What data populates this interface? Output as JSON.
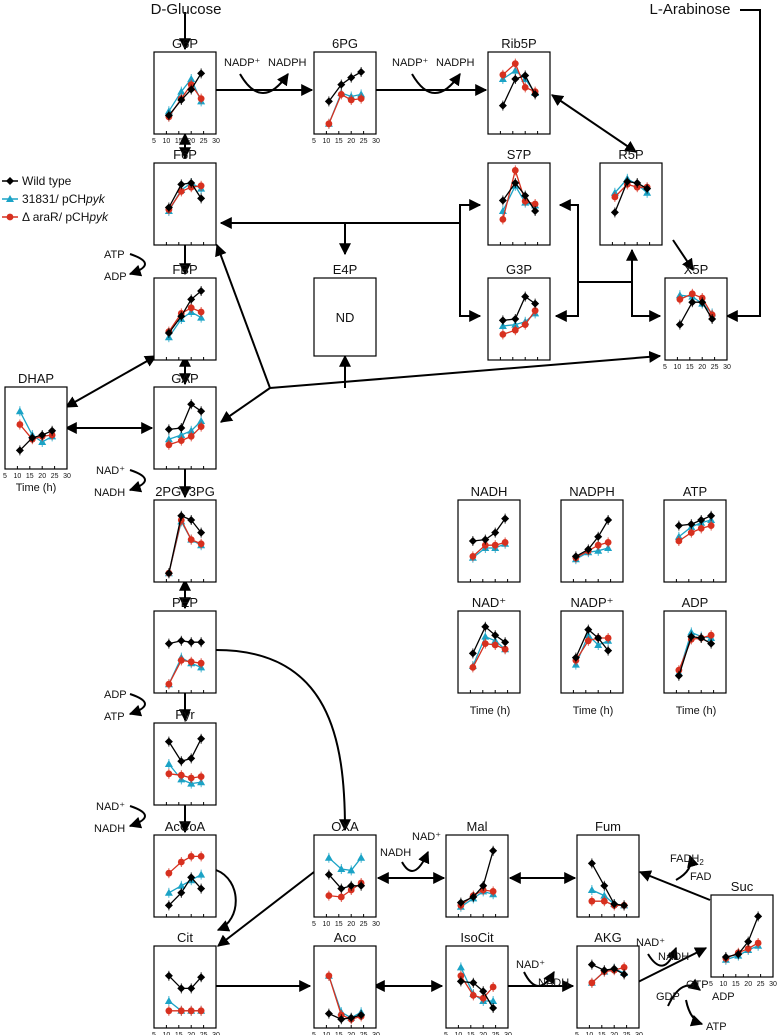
{
  "colors": {
    "wild_type": "#000000",
    "strain_31831": "#1ba3c6",
    "araR": "#d7301f"
  },
  "legend": [
    {
      "key": "wt",
      "prefix": "Wild type",
      "italic": "",
      "shape": "diamond"
    },
    {
      "key": "c",
      "prefix": "31831/ pCH",
      "italic": "pyk",
      "shape": "triangle"
    },
    {
      "key": "r",
      "prefix": "Δ araR/ pCH",
      "italic": "pyk",
      "shape": "circle"
    }
  ],
  "substrates": {
    "glucose": "D-Glucose",
    "arabinose": "L-Arabinose"
  },
  "time_label": "Time (h)",
  "nd_label": "ND",
  "x_ticks": [
    "5",
    "10",
    "15",
    "20",
    "25",
    "30"
  ],
  "x_times": [
    11,
    16,
    20,
    24
  ],
  "panels": [
    {
      "id": "g6p",
      "title": "G6P",
      "ticks": true,
      "wt": [
        0.18,
        0.4,
        0.55,
        0.78
      ],
      "c": [
        0.24,
        0.52,
        0.7,
        0.38
      ],
      "r": [
        0.16,
        0.42,
        0.62,
        0.42
      ]
    },
    {
      "id": "6pg",
      "title": "6PG",
      "ticks": true,
      "wt": [
        0.38,
        0.62,
        0.72,
        0.8
      ],
      "c": [
        0.06,
        0.5,
        0.45,
        0.48
      ],
      "r": [
        0.06,
        0.48,
        0.4,
        0.42
      ]
    },
    {
      "id": "rib5p",
      "title": "Rib5P",
      "ticks": false,
      "wt": [
        0.32,
        0.7,
        0.75,
        0.48
      ],
      "c": [
        0.7,
        0.82,
        0.7,
        0.5
      ],
      "r": [
        0.76,
        0.92,
        0.58,
        0.52
      ]
    },
    {
      "id": "f6p",
      "title": "F6P",
      "ticks": false,
      "wt": [
        0.45,
        0.78,
        0.8,
        0.58
      ],
      "c": [
        0.4,
        0.7,
        0.8,
        0.72
      ],
      "r": [
        0.42,
        0.68,
        0.74,
        0.76
      ]
    },
    {
      "id": "s7p",
      "title": "S7P",
      "ticks": false,
      "wt": [
        0.55,
        0.8,
        0.62,
        0.4
      ],
      "c": [
        0.4,
        0.76,
        0.52,
        0.48
      ],
      "r": [
        0.28,
        0.98,
        0.54,
        0.5
      ]
    },
    {
      "id": "r5p",
      "title": "R5P",
      "ticks": false,
      "wt": [
        0.38,
        0.82,
        0.8,
        0.72
      ],
      "c": [
        0.66,
        0.86,
        0.78,
        0.66
      ],
      "r": [
        0.6,
        0.78,
        0.74,
        0.74
      ]
    },
    {
      "id": "fbp",
      "title": "FBP",
      "ticks": false,
      "wt": [
        0.3,
        0.54,
        0.78,
        0.9
      ],
      "c": [
        0.24,
        0.5,
        0.6,
        0.52
      ],
      "r": [
        0.32,
        0.58,
        0.66,
        0.6
      ]
    },
    {
      "id": "g3p",
      "title": "G3P",
      "ticks": false,
      "wt": [
        0.48,
        0.5,
        0.82,
        0.72
      ],
      "c": [
        0.4,
        0.42,
        0.46,
        0.58
      ],
      "r": [
        0.28,
        0.34,
        0.42,
        0.62
      ]
    },
    {
      "id": "x5p",
      "title": "X5P",
      "ticks": true,
      "wt": [
        0.42,
        0.74,
        0.74,
        0.5
      ],
      "c": [
        0.84,
        0.82,
        0.72,
        0.58
      ],
      "r": [
        0.78,
        0.86,
        0.8,
        0.56
      ]
    },
    {
      "id": "dhap",
      "title": "DHAP",
      "ticks": true,
      "wt": [
        0.18,
        0.36,
        0.4,
        0.46
      ],
      "c": [
        0.74,
        0.4,
        0.3,
        0.38
      ],
      "r": [
        0.55,
        0.34,
        0.38,
        0.4
      ]
    },
    {
      "id": "gap",
      "title": "GAP",
      "ticks": false,
      "wt": [
        0.48,
        0.5,
        0.84,
        0.74
      ],
      "c": [
        0.34,
        0.4,
        0.46,
        0.6
      ],
      "r": [
        0.26,
        0.32,
        0.38,
        0.52
      ]
    },
    {
      "id": "pg",
      "title": "2PG+3PG",
      "ticks": false,
      "wt": [
        0.04,
        0.86,
        0.8,
        0.62
      ],
      "c": [
        0.04,
        0.78,
        0.52,
        0.44
      ],
      "r": [
        0.04,
        0.8,
        0.52,
        0.46
      ]
    },
    {
      "id": "pep",
      "title": "PEP",
      "ticks": false,
      "wt": [
        0.62,
        0.66,
        0.64,
        0.64
      ],
      "c": [
        0.04,
        0.42,
        0.34,
        0.28
      ],
      "r": [
        0.04,
        0.38,
        0.36,
        0.34
      ]
    },
    {
      "id": "pyr",
      "title": "Pyr",
      "ticks": false,
      "wt": [
        0.82,
        0.54,
        0.58,
        0.86
      ],
      "c": [
        0.5,
        0.28,
        0.22,
        0.24
      ],
      "r": [
        0.36,
        0.34,
        0.3,
        0.32
      ]
    },
    {
      "id": "accoa",
      "title": "AcCoA",
      "ticks": false,
      "wt": [
        0.08,
        0.26,
        0.48,
        0.32
      ],
      "c": [
        0.26,
        0.36,
        0.44,
        0.52
      ],
      "r": [
        0.54,
        0.7,
        0.78,
        0.78
      ]
    },
    {
      "id": "oxa",
      "title": "OXA",
      "ticks": true,
      "wt": [
        0.52,
        0.32,
        0.36,
        0.36
      ],
      "c": [
        0.76,
        0.6,
        0.58,
        0.76
      ],
      "r": [
        0.22,
        0.2,
        0.3,
        0.4
      ]
    },
    {
      "id": "mal",
      "title": "Mal",
      "ticks": false,
      "wt": [
        0.12,
        0.2,
        0.36,
        0.86
      ],
      "c": [
        0.06,
        0.18,
        0.28,
        0.24
      ],
      "r": [
        0.08,
        0.22,
        0.3,
        0.28
      ]
    },
    {
      "id": "fum",
      "title": "Fum",
      "ticks": false,
      "wt": [
        0.68,
        0.36,
        0.1,
        0.08
      ],
      "c": [
        0.3,
        0.22,
        0.1,
        0.08
      ],
      "r": [
        0.14,
        0.14,
        0.08,
        0.08
      ]
    },
    {
      "id": "suc",
      "title": "Suc",
      "ticks": true,
      "wt": [
        0.2,
        0.24,
        0.42,
        0.78
      ],
      "c": [
        0.16,
        0.22,
        0.3,
        0.36
      ],
      "r": [
        0.18,
        0.26,
        0.32,
        0.4
      ]
    },
    {
      "id": "cit",
      "title": "Cit",
      "ticks": true,
      "wt": [
        0.66,
        0.48,
        0.48,
        0.64
      ],
      "c": [
        0.3,
        0.16,
        0.16,
        0.16
      ],
      "r": [
        0.16,
        0.16,
        0.16,
        0.16
      ]
    },
    {
      "id": "aco",
      "title": "Aco",
      "ticks": true,
      "wt": [
        0.12,
        0.04,
        0.06,
        0.1
      ],
      "c": [
        0.66,
        0.14,
        0.06,
        0.14
      ],
      "r": [
        0.66,
        0.1,
        0.04,
        0.08
      ]
    },
    {
      "id": "isocit",
      "title": "IsoCit",
      "ticks": true,
      "wt": [
        0.58,
        0.56,
        0.44,
        0.2
      ],
      "c": [
        0.78,
        0.4,
        0.3,
        0.3
      ],
      "r": [
        0.66,
        0.38,
        0.34,
        0.5
      ]
    },
    {
      "id": "akg",
      "title": "AKG",
      "ticks": true,
      "wt": [
        0.82,
        0.74,
        0.76,
        0.68
      ],
      "c": [
        0.56,
        0.72,
        0.76,
        0.7
      ],
      "r": [
        0.56,
        0.72,
        0.74,
        0.78
      ]
    },
    {
      "id": "nadh",
      "title": "NADH",
      "ticks": false,
      "wt": [
        0.5,
        0.52,
        0.62,
        0.82
      ],
      "c": [
        0.26,
        0.4,
        0.4,
        0.46
      ],
      "r": [
        0.28,
        0.44,
        0.44,
        0.48
      ]
    },
    {
      "id": "nadph",
      "title": "NADPH",
      "ticks": false,
      "wt": [
        0.28,
        0.38,
        0.56,
        0.8
      ],
      "c": [
        0.24,
        0.34,
        0.36,
        0.4
      ],
      "r": [
        0.26,
        0.36,
        0.44,
        0.48
      ]
    },
    {
      "id": "atp",
      "title": "ATP",
      "ticks": false,
      "wt": [
        0.72,
        0.74,
        0.8,
        0.86
      ],
      "c": [
        0.56,
        0.7,
        0.76,
        0.8
      ],
      "r": [
        0.5,
        0.62,
        0.68,
        0.72
      ]
    },
    {
      "id": "nad",
      "title": "NAD⁺",
      "ticks": false,
      "wt": [
        0.48,
        0.86,
        0.74,
        0.64
      ],
      "c": [
        0.3,
        0.72,
        0.66,
        0.54
      ],
      "r": [
        0.28,
        0.62,
        0.6,
        0.54
      ]
    },
    {
      "id": "nadp",
      "title": "NADP⁺",
      "ticks": false,
      "wt": [
        0.42,
        0.82,
        0.7,
        0.52
      ],
      "c": [
        0.32,
        0.74,
        0.6,
        0.66
      ],
      "r": [
        0.38,
        0.66,
        0.7,
        0.7
      ]
    },
    {
      "id": "adp",
      "title": "ADP",
      "ticks": false,
      "wt": [
        0.16,
        0.72,
        0.7,
        0.62
      ],
      "c": [
        0.2,
        0.78,
        0.72,
        0.7
      ],
      "r": [
        0.24,
        0.68,
        0.7,
        0.74
      ]
    }
  ],
  "cofactors": {
    "nadp1": "NADP⁺",
    "nadph1": "NADPH",
    "nadp2": "NADP⁺",
    "nadph2": "NADPH",
    "atp_fbp": "ATP",
    "adp_fbp": "ADP",
    "nad_gap": "NAD⁺",
    "nadh_gap": "NADH",
    "adp_pyr": "ADP",
    "atp_pyr": "ATP",
    "nad_accoa": "NAD⁺",
    "nadh_accoa": "NADH",
    "nadh_oxa": "NADH",
    "nad_oxa": "NAD⁺",
    "nad_isocit": "NAD⁺",
    "nadh_isocit": "NADH",
    "nad_akg": "NAD⁺",
    "nadh_akg": "NADH",
    "fadh2": "FADH",
    "fadh2_sub": "2",
    "fad": "FAD",
    "gdp": "GDP",
    "gtp": "GTP",
    "adp_suc": "ADP",
    "atp_suc": "ATP"
  }
}
